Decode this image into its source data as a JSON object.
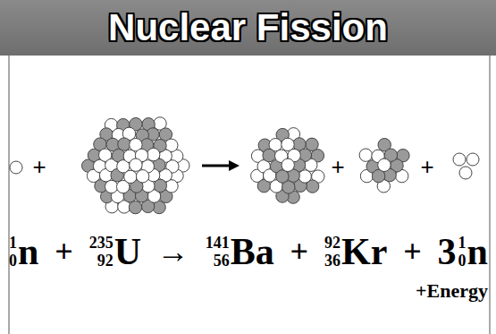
{
  "diagram": {
    "title": "Nuclear Fission",
    "labels": [
      "+",
      "+",
      "+",
      "1",
      "0",
      "n",
      "+",
      "235",
      "92",
      "U",
      "→",
      "141",
      "56",
      "Ba",
      "+",
      "92",
      "36",
      "Kr",
      "+",
      "3",
      "1",
      "0",
      "n",
      "+Energy"
    ]
  }
}
